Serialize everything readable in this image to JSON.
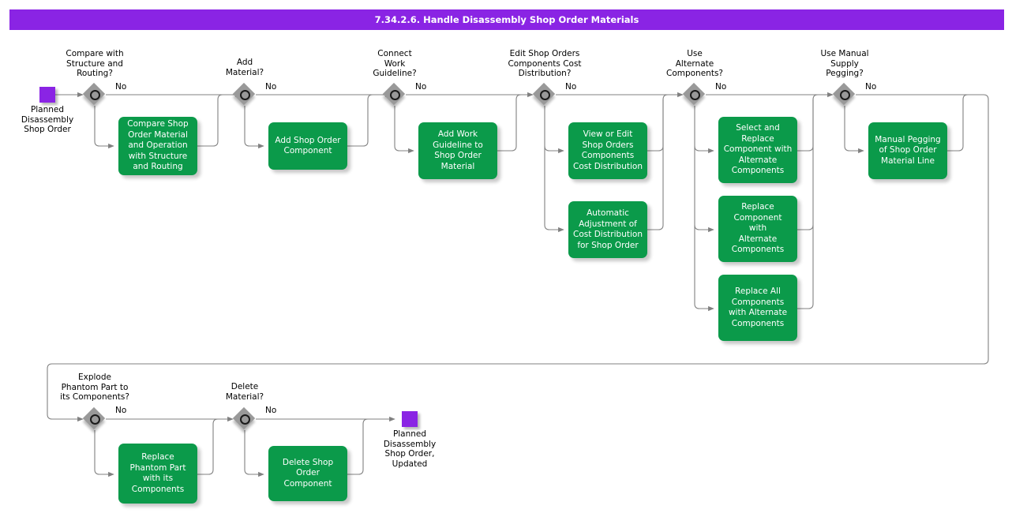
{
  "title": "7.34.2.6. Handle Disassembly Shop Order Materials",
  "colors": {
    "title_bar": "#8A24E4",
    "terminator": "#8A24E4",
    "process": "#0B9A4A",
    "decision": "#999999",
    "connector": "#808080",
    "text_on_process": "#FFFFFF",
    "text": "#000000"
  },
  "branch_label_default": "No",
  "terminators": [
    {
      "id": "start",
      "label": "Planned\nDisassembly\nShop Order"
    },
    {
      "id": "end",
      "label": "Planned\nDisassembly\nShop Order,\nUpdated"
    }
  ],
  "decisions": [
    {
      "id": "d1",
      "label": "Compare with\nStructure and\nRouting?",
      "branch": "No"
    },
    {
      "id": "d2",
      "label": "Add\nMaterial?",
      "branch": "No"
    },
    {
      "id": "d3",
      "label": "Connect\nWork\nGuideline?",
      "branch": "No"
    },
    {
      "id": "d4",
      "label": "Edit Shop Orders\nComponents Cost\nDistribution?",
      "branch": "No"
    },
    {
      "id": "d5",
      "label": "Use\nAlternate\nComponents?",
      "branch": "No"
    },
    {
      "id": "d6",
      "label": "Use Manual\nSupply\nPegging?",
      "branch": "No"
    },
    {
      "id": "d7",
      "label": "Explode\nPhantom Part to\nits Components?",
      "branch": "No"
    },
    {
      "id": "d8",
      "label": "Delete\nMaterial?",
      "branch": "No"
    }
  ],
  "processes": [
    {
      "id": "p1",
      "label": "Compare Shop\nOrder Material\nand Operation\nwith Structure\nand Routing"
    },
    {
      "id": "p2",
      "label": "Add Shop Order\nComponent"
    },
    {
      "id": "p3",
      "label": "Add Work\nGuideline to\nShop Order\nMaterial"
    },
    {
      "id": "p4",
      "label": "View or Edit\nShop Orders\nComponents\nCost Distribution"
    },
    {
      "id": "p5",
      "label": "Automatic\nAdjustment of\nCost Distribution\nfor Shop Order"
    },
    {
      "id": "p6",
      "label": "Select and\nReplace\nComponent with\nAlternate\nComponents"
    },
    {
      "id": "p7",
      "label": "Replace\nComponent\nwith\nAlternate\nComponents"
    },
    {
      "id": "p8",
      "label": "Replace All\nComponents\nwith Alternate\nComponents"
    },
    {
      "id": "p9",
      "label": "Manual Pegging\nof Shop Order\nMaterial Line"
    },
    {
      "id": "p10",
      "label": "Replace\nPhantom Part\nwith its\nComponents"
    },
    {
      "id": "p11",
      "label": "Delete Shop\nOrder\nComponent"
    }
  ]
}
